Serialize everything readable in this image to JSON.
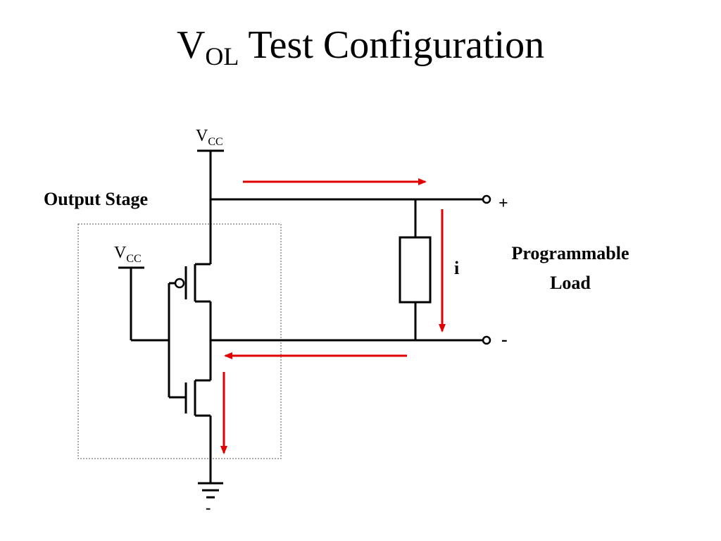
{
  "title": {
    "main": "V",
    "subscript": "OL",
    "rest": " Test Configuration"
  },
  "labels": {
    "vcc_top_main": "V",
    "vcc_top_sub": "CC",
    "vcc_inner_main": "V",
    "vcc_inner_sub": "CC",
    "output_stage": "Output Stage",
    "programmable_load_line1": "Programmable",
    "programmable_load_line2": "Load",
    "current": "i",
    "terminal_plus": "+",
    "terminal_minus": "-",
    "ground_minus": "-"
  },
  "colors": {
    "wire": "#000000",
    "arrow": "#e00000",
    "box": "#555555"
  }
}
